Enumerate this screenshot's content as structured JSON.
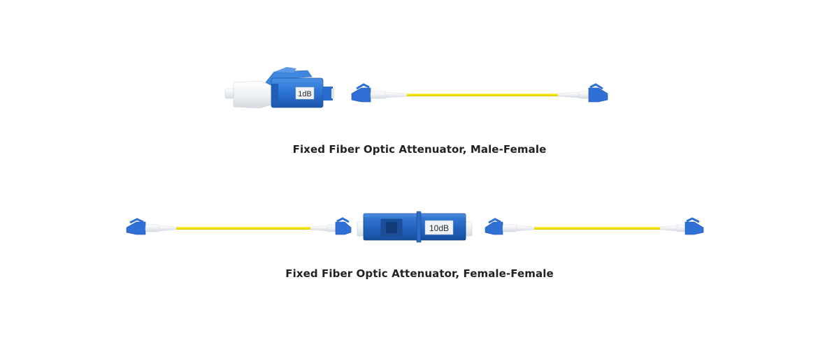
{
  "products": [
    {
      "caption": "Fixed Fiber Optic Attenuator, Male-Female",
      "attenuator_label": "1dB"
    },
    {
      "caption": "Fixed Fiber Optic Attenuator, Female-Female",
      "attenuator_label": "10dB"
    }
  ],
  "colors": {
    "connector_blue": "#2f6fd6",
    "body_blue": "#2a73d4",
    "cable_yellow": "#f2e100",
    "boot_white": "#eef1f4"
  },
  "icons": [
    "lc-connector-icon",
    "fiber-patch-cable-icon",
    "attenuator-icon"
  ]
}
